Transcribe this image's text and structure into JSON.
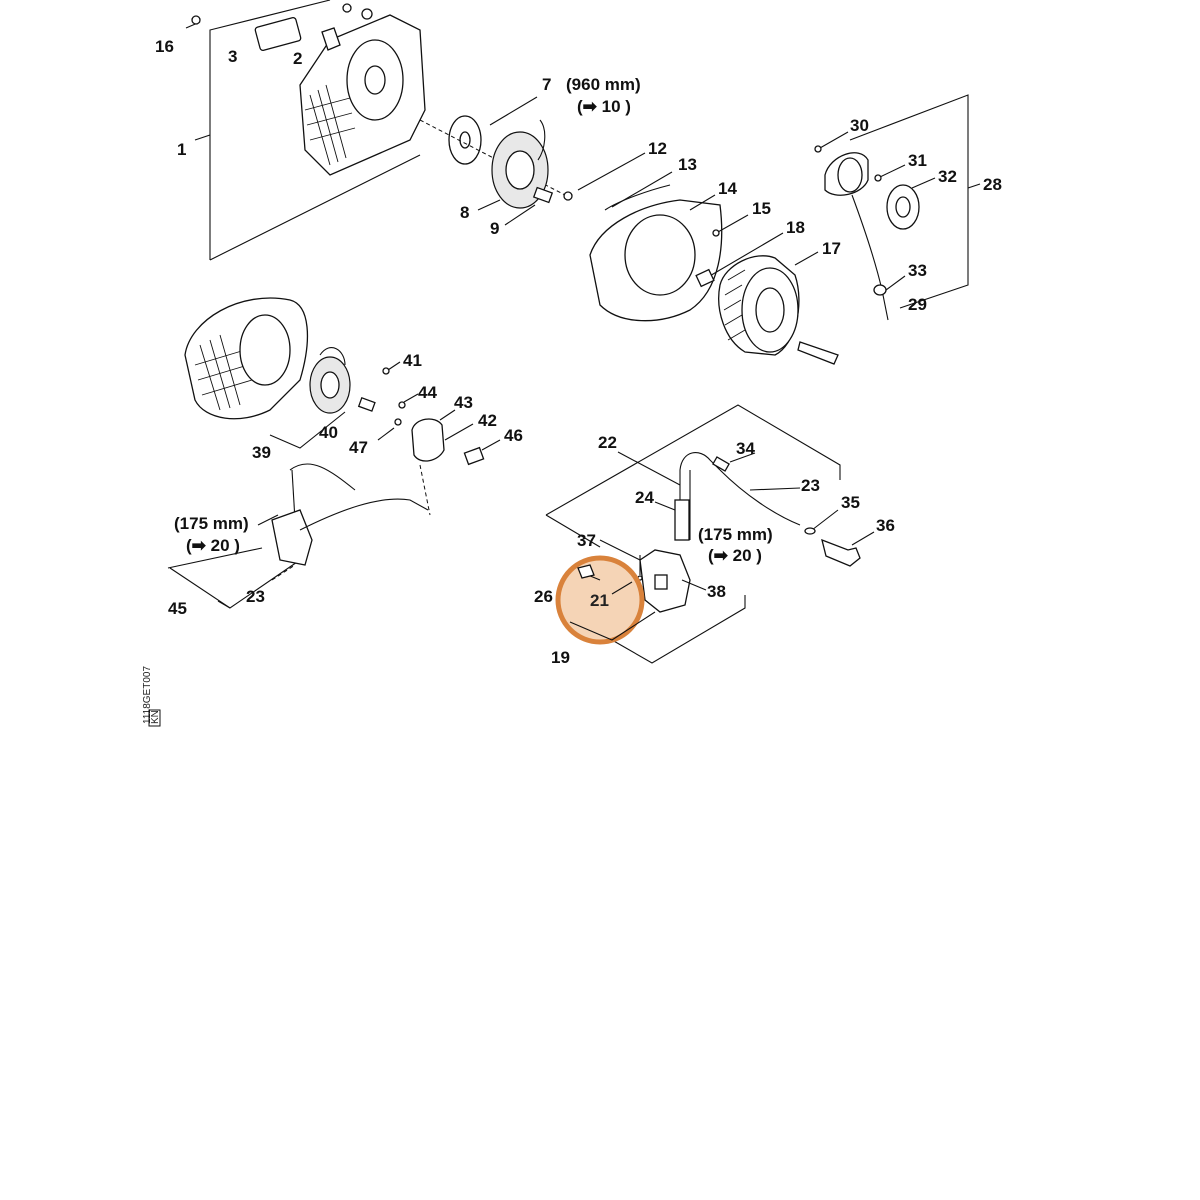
{
  "labels": {
    "p1": "1",
    "p2": "2",
    "p3": "3",
    "p7": "7",
    "p8": "8",
    "p9": "9",
    "p12": "12",
    "p13": "13",
    "p14": "14",
    "p15": "15",
    "p16": "16",
    "p17": "17",
    "p18": "18",
    "p19": "19",
    "p21": "21",
    "p22": "22",
    "p23a": "23",
    "p23b": "23",
    "p24": "24",
    "p26": "26",
    "p28": "28",
    "p29": "29",
    "p30": "30",
    "p31": "31",
    "p32": "32",
    "p33": "33",
    "p34": "34",
    "p35": "35",
    "p36": "36",
    "p37": "37",
    "p38": "38",
    "p39": "39",
    "p40": "40",
    "p41": "41",
    "p42": "42",
    "p43": "43",
    "p44": "44",
    "p45": "45",
    "p46": "46",
    "p47": "47"
  },
  "annotations": {
    "rope_length_top": "(960 mm)",
    "rope_ref_top": "(➡ 10 )",
    "cable_length_left": "(175 mm)",
    "cable_ref_left": "(➡ 20 )",
    "cable_length_right": "(175 mm)",
    "cable_ref_right": "(➡ 20 )"
  },
  "side_code": "1118GET007",
  "side_badge": "KN",
  "highlight": {
    "part": "21",
    "color": "#d9823b",
    "fill": "#f3c9a4"
  }
}
